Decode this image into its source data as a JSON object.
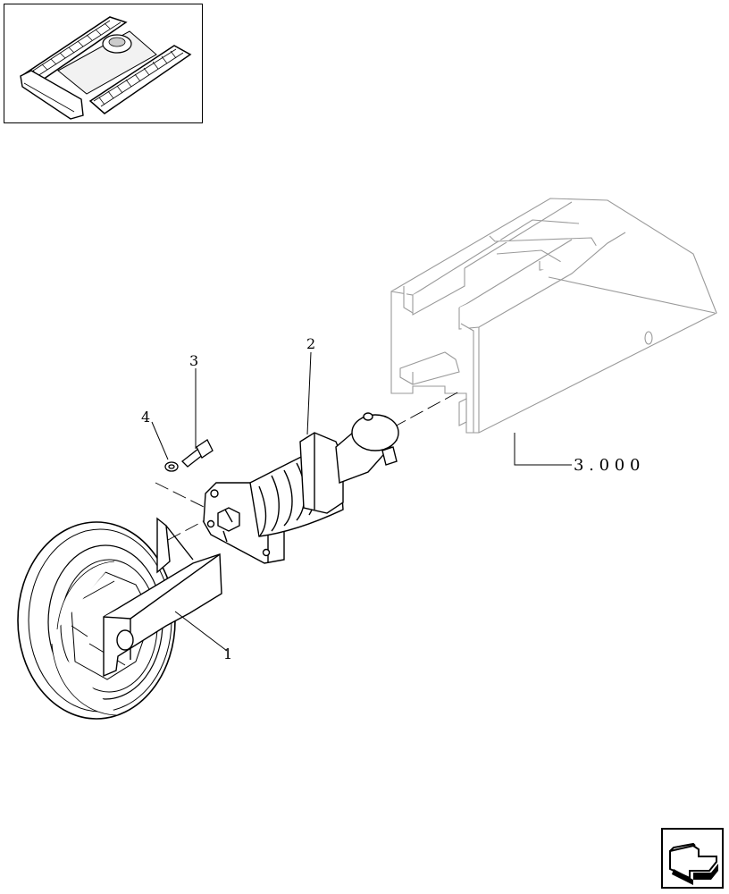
{
  "diagram": {
    "callouts": [
      {
        "id": "1",
        "label": "1"
      },
      {
        "id": "2",
        "label": "2"
      },
      {
        "id": "3",
        "label": "3"
      },
      {
        "id": "4",
        "label": "4"
      }
    ],
    "reference": {
      "label": "3 . 0 0 0"
    }
  },
  "navigation": {
    "icon": "return-arrow-icon"
  },
  "thumbnail": {
    "icon": "crawler-undercarriage-icon"
  }
}
